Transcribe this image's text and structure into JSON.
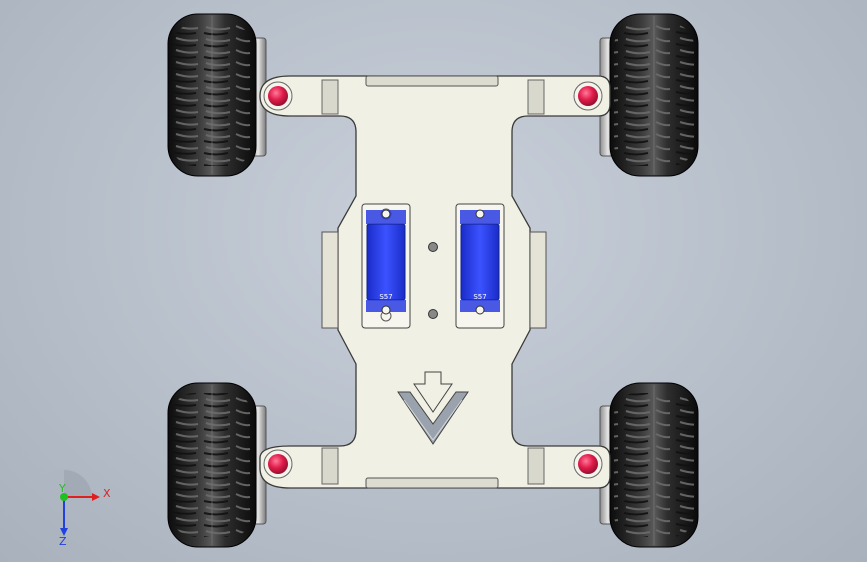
{
  "viewport": {
    "background_top": "#c9d0da",
    "background_bottom": "#a9b1bd"
  },
  "model": {
    "chassis_color": "#f1f0e4",
    "servo_color": "#2a3de0",
    "servo_label": "S57",
    "wheel_color": "#1a1a1a",
    "bolt_color": "#e11b4a",
    "icons": [
      "chassis-plate",
      "front-wheel-left",
      "front-wheel-right",
      "rear-wheel-left",
      "rear-wheel-right",
      "servo-left",
      "servo-right",
      "direction-arrow"
    ]
  },
  "triad": {
    "x_label": "X",
    "y_label": "Y",
    "z_label": "Z",
    "x_color": "#e02020",
    "y_color": "#20c020",
    "z_color": "#2040e0"
  }
}
